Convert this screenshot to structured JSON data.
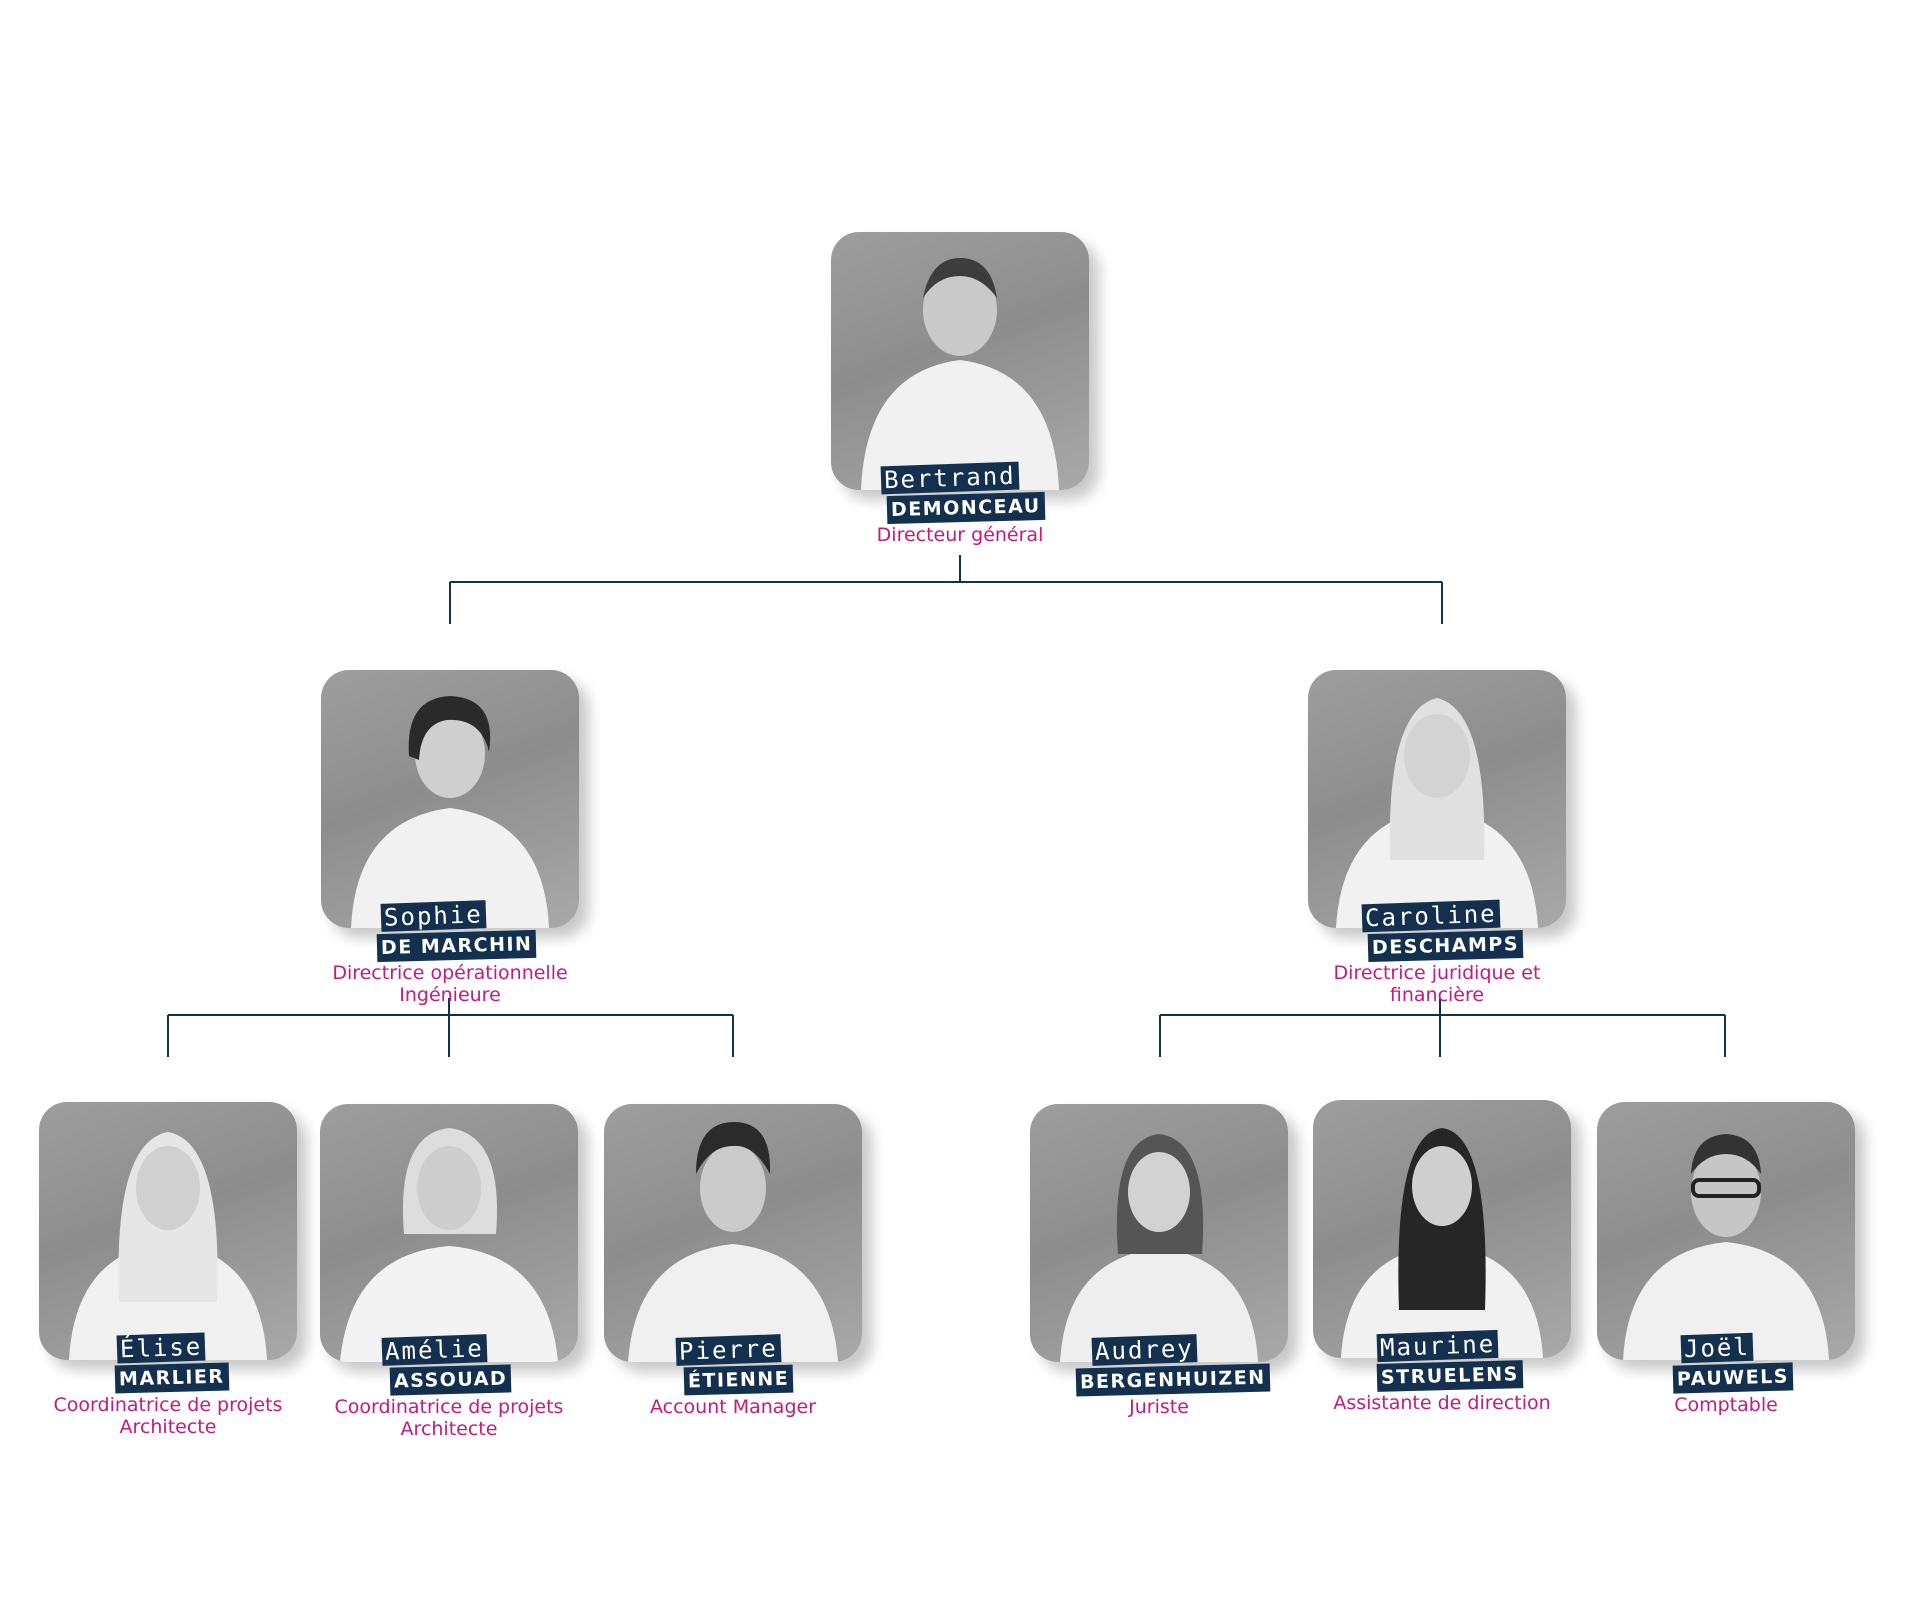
{
  "colors": {
    "connector": "#14304f",
    "name_tag": "#14304f",
    "role_text": "#c7197d",
    "photo_bg": "#9a9a9a"
  },
  "people": {
    "ceo": {
      "first": "Bertrand",
      "last": "DEMONCEAU",
      "role": [
        "Directeur général"
      ],
      "icon": "portrait-icon"
    },
    "ops_director": {
      "first": "Sophie",
      "last": "DE MARCHIN",
      "role": [
        "Directrice opérationnelle",
        "Ingénieure"
      ],
      "icon": "portrait-icon"
    },
    "legal_director": {
      "first": "Caroline",
      "last": "DESCHAMPS",
      "role": [
        "Directrice juridique et",
        "financière"
      ],
      "icon": "portrait-icon"
    },
    "elise": {
      "first": "Élise",
      "last": "MARLIER",
      "role": [
        "Coordinatrice de projets",
        "Architecte"
      ],
      "icon": "portrait-icon"
    },
    "amelie": {
      "first": "Amélie",
      "last": "ASSOUAD",
      "role": [
        "Coordinatrice de projets",
        "Architecte"
      ],
      "icon": "portrait-icon"
    },
    "pierre": {
      "first": "Pierre",
      "last": "ÉTIENNE",
      "role": [
        "Account Manager"
      ],
      "icon": "portrait-icon"
    },
    "audrey": {
      "first": "Audrey",
      "last": "BERGENHUIZEN",
      "role": [
        "Juriste"
      ],
      "icon": "portrait-icon"
    },
    "maurine": {
      "first": "Maurine",
      "last": "STRUELENS",
      "role": [
        "Assistante de direction"
      ],
      "icon": "portrait-icon"
    },
    "joel": {
      "first": "Joël",
      "last": "PAUWELS",
      "role": [
        "Comptable"
      ],
      "icon": "portrait-icon"
    }
  }
}
